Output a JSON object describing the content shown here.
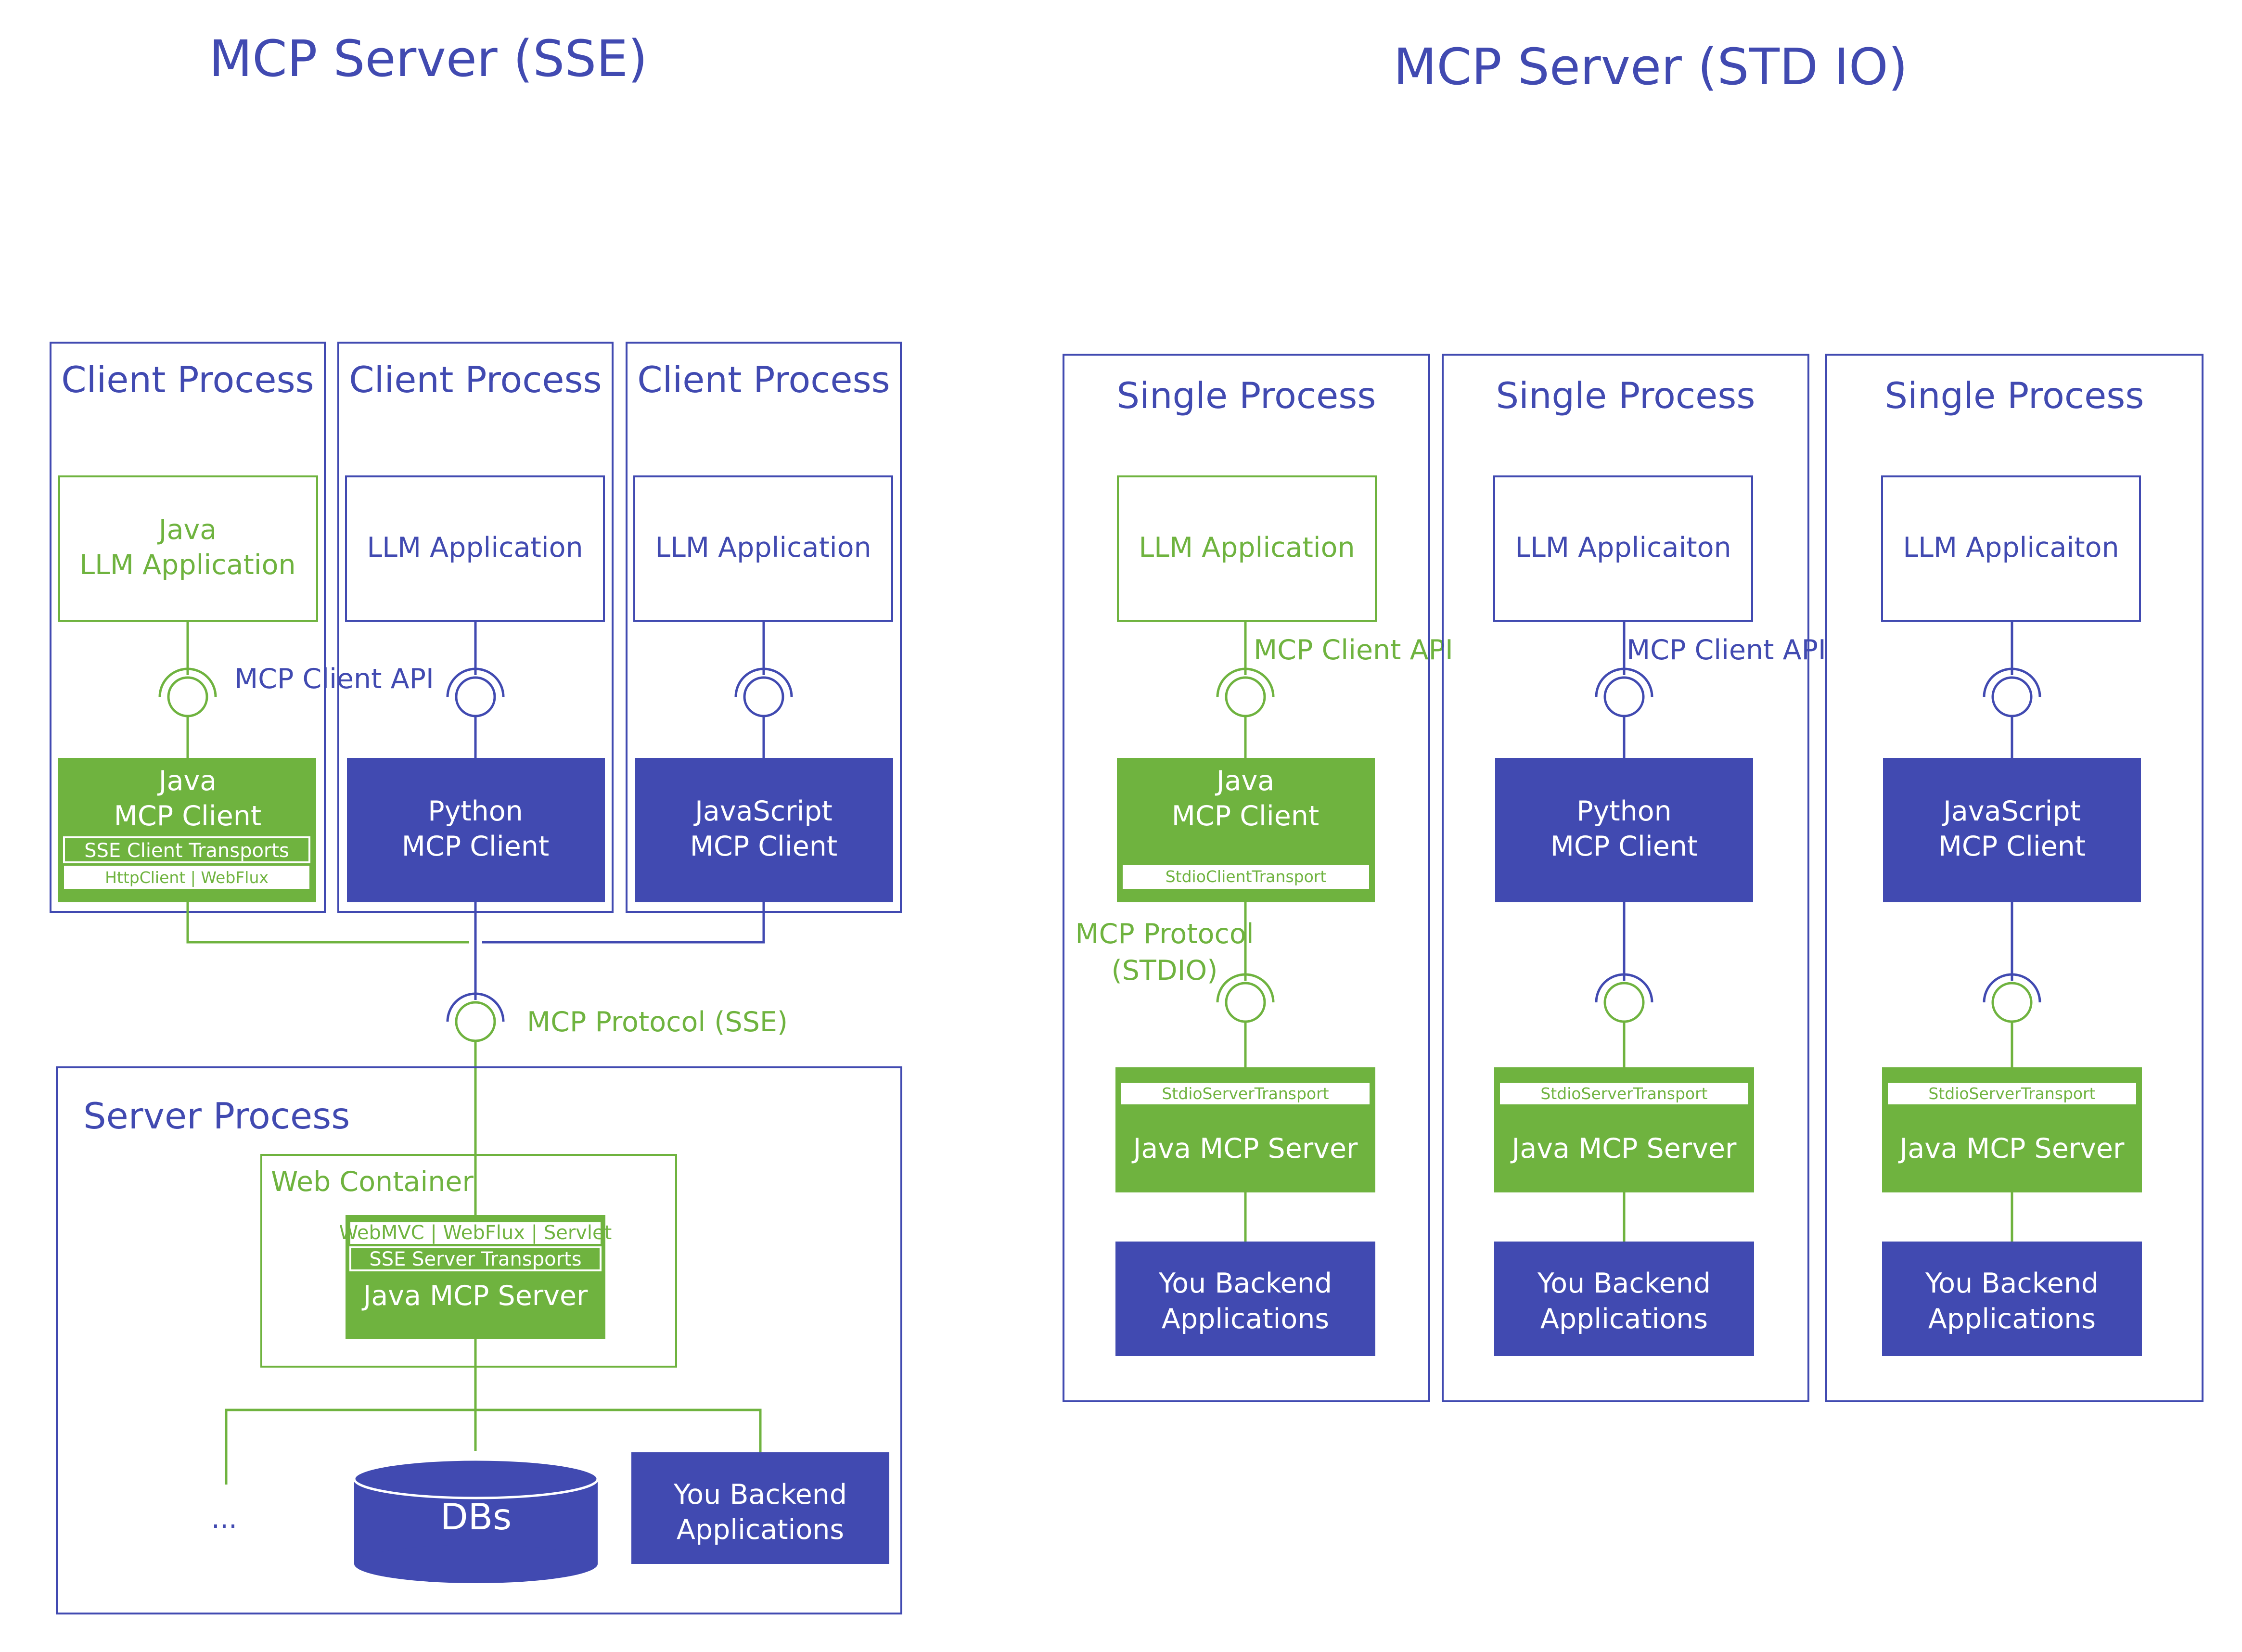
{
  "colors": {
    "blue": "#414ab1",
    "green": "#6fb33f",
    "white": "#ffffff"
  },
  "sse": {
    "title": "MCP Server (SSE)",
    "client_process_label": "Client Process",
    "java_app": [
      "Java",
      "LLM Application"
    ],
    "llm_app": "LLM Application",
    "client_api_label": "MCP Client API",
    "java_client": [
      "Java",
      "MCP Client"
    ],
    "java_client_transport": "SSE Client Transports",
    "java_client_impl": "HttpClient | WebFlux",
    "python_client": [
      "Python",
      "MCP Client"
    ],
    "js_client": [
      "JavaScript",
      "MCP Client"
    ],
    "protocol_label": "MCP Protocol (SSE)",
    "server_process_label": "Server Process",
    "web_container_label": "Web Container",
    "server_impl": "WebMVC | WebFlux | Servlet",
    "server_transport": "SSE Server Transports",
    "server_name": "Java MCP Server",
    "ellipsis": "...",
    "dbs": "DBs",
    "backend": [
      "You Backend",
      "Applications"
    ]
  },
  "stdio": {
    "title": "MCP Server (STD IO)",
    "single_process_label": "Single Process",
    "app_labels": [
      "LLM Application",
      "LLM Applicaiton",
      "LLM Applicaiton"
    ],
    "client_api_label": "MCP Client API",
    "java_client": [
      "Java",
      "MCP Client"
    ],
    "java_client_transport": "StdioClientTransport",
    "python_client": [
      "Python",
      "MCP Client"
    ],
    "js_client": [
      "JavaScript",
      "MCP Client"
    ],
    "protocol_label": [
      "MCP Protocol",
      "(STDIO)"
    ],
    "server_transport": "StdioServerTransport",
    "server_name": "Java MCP Server",
    "backend": [
      "You Backend",
      "Applications"
    ]
  }
}
